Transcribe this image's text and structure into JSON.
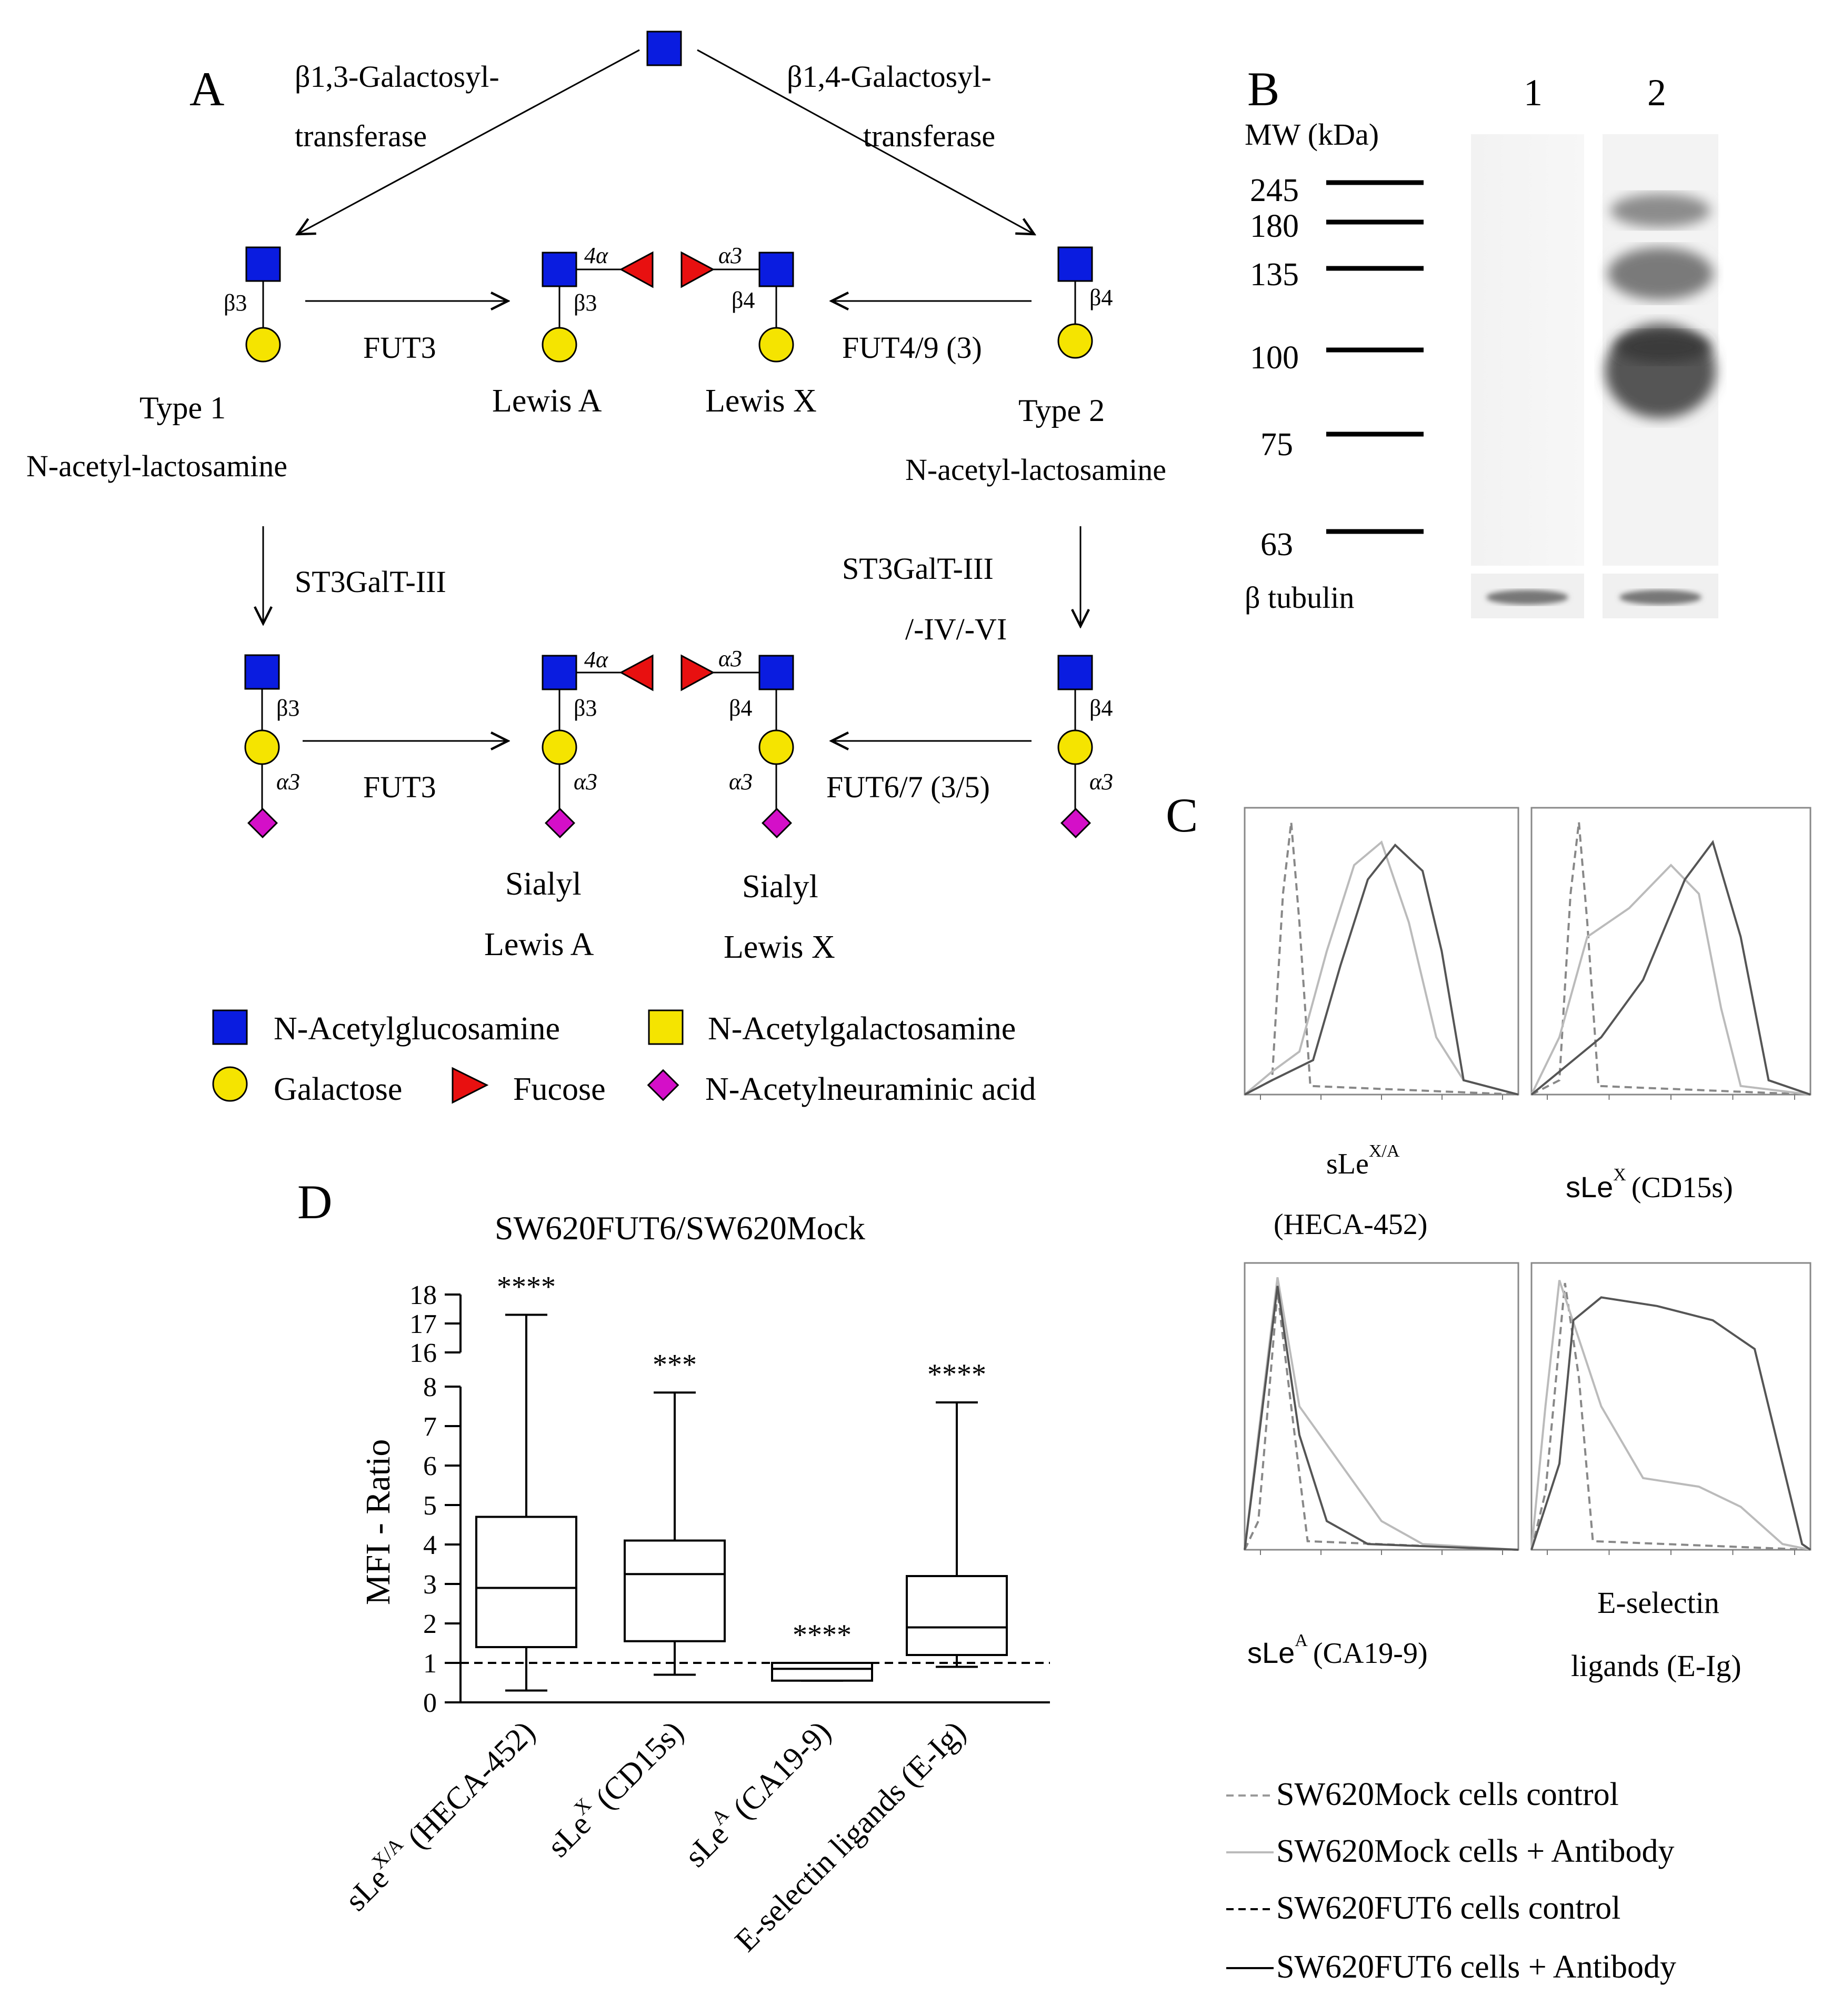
{
  "panel_a": {
    "letter": "A",
    "enzyme_b13": [
      "β1,3-Galactosyl-",
      "transferase"
    ],
    "enzyme_b14": [
      "β1,4-Galactosyl-",
      "transferase"
    ],
    "fut3_top": "FUT3",
    "fut49": "FUT4/9 (3)",
    "type1": [
      "Type 1",
      "N-acetyl-lactosamine"
    ],
    "type2": [
      "Type 2",
      "N-acetyl-lactosamine"
    ],
    "lewis_a": "Lewis A",
    "lewis_x": "Lewis X",
    "st3_left": "ST3GalT-III",
    "st3_right": [
      "ST3GalT-III",
      "/-IV/-VI"
    ],
    "fut3_bottom": "FUT3",
    "fut67": "FUT6/7 (3/5)",
    "slea": [
      "Sialyl",
      "Lewis A"
    ],
    "slex": [
      "Sialyl",
      "Lewis X"
    ],
    "link_labels": {
      "b3": "β3",
      "b4": "β4",
      "a4": "4α",
      "a3": "α3"
    },
    "legend": {
      "glcnac": "N-Acetylglucosamine",
      "galnac": "N-Acetylgalactosamine",
      "gal": "Galactose",
      "fuc": "Fucose",
      "neu5ac": "N-Acetylneuraminic acid"
    },
    "colors": {
      "glcnac": "#0a1ce0",
      "gal": "#f5e400",
      "fuc": "#e81010",
      "neu5ac": "#d40fc8",
      "galnac": "#f5e400"
    }
  },
  "panel_b": {
    "letter": "B",
    "mw_label": "MW (kDa)",
    "markers": [
      "245",
      "180",
      "135",
      "100",
      "75",
      "63"
    ],
    "lanes": [
      "1",
      "2"
    ],
    "loading": "β tubulin"
  },
  "panel_c": {
    "letter": "C",
    "plots": [
      {
        "label": "sLe",
        "sup": "X/A",
        "label2": "(HECA-452)"
      },
      {
        "label": "sLe",
        "sup": "X",
        "label2": "(CD15s)"
      },
      {
        "label": "sLe",
        "sup": "A",
        "label2": "(CA19-9)"
      },
      {
        "label": "E-selectin",
        "sup": "",
        "label2": "ligands (E-Ig)"
      }
    ],
    "legend": [
      "SW620Mock cells control",
      "SW620Mock cells + Antibody",
      "SW620FUT6 cells control",
      "SW620FUT6 cells + Antibody"
    ]
  },
  "panel_d": {
    "letter": "D",
    "chart_data": {
      "type": "box",
      "title": "SW620FUT6/SW620Mock",
      "ylabel": "MFI - Ratio",
      "y_ticks_lower": [
        0,
        1,
        2,
        3,
        4,
        5,
        6,
        7,
        8
      ],
      "y_ticks_upper": [
        16,
        17,
        18
      ],
      "y_break": [
        8,
        16
      ],
      "reference_line": 1,
      "categories": [
        {
          "base": "sLe",
          "sup": "X/A",
          "rest": " (HECA-452)"
        },
        {
          "base": "sLe",
          "sup": "X",
          "rest": " (CD15s)"
        },
        {
          "base": "sLe",
          "sup": "A",
          "rest": " (CA19-9)"
        },
        {
          "base": "E-selectin ligands (E-Ig)",
          "sup": "",
          "rest": ""
        }
      ],
      "boxes": [
        {
          "min": 0.3,
          "q1": 1.4,
          "median": 2.9,
          "q3": 4.7,
          "max": 17.3,
          "sig": "****"
        },
        {
          "min": 0.7,
          "q1": 1.55,
          "median": 3.25,
          "q3": 4.1,
          "max": 7.85,
          "sig": "***"
        },
        {
          "min": 0.55,
          "q1": 0.55,
          "median": 0.85,
          "q3": 1.0,
          "max": 1.0,
          "sig": "****"
        },
        {
          "min": 0.9,
          "q1": 1.2,
          "median": 1.9,
          "q3": 3.2,
          "max": 7.6,
          "sig": "****"
        }
      ]
    }
  }
}
